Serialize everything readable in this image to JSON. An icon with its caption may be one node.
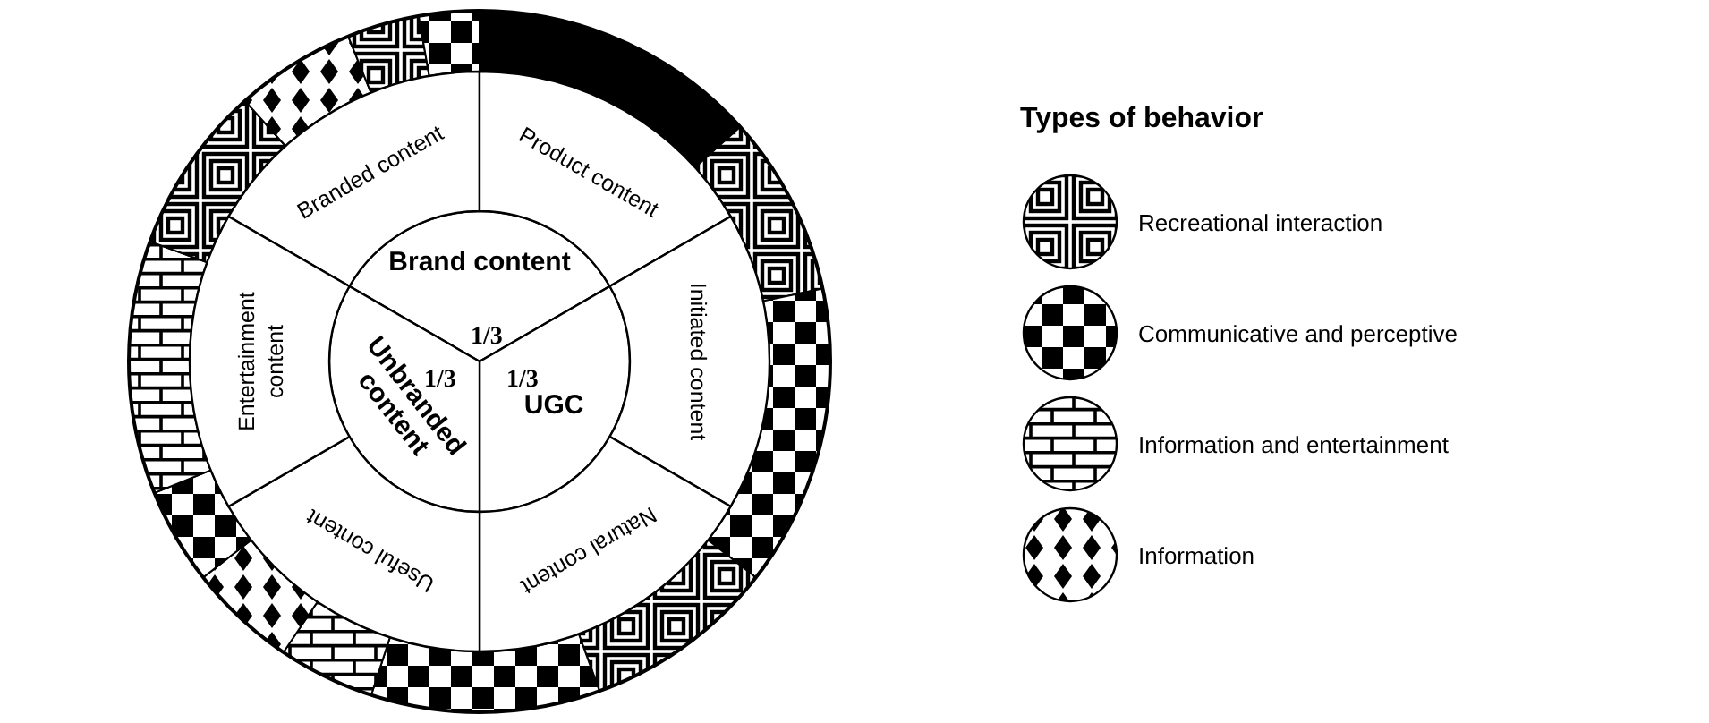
{
  "diagram": {
    "title": "Types of behavior",
    "nodes": [
      {
        "text": [
          "Brand content"
        ]
      },
      {
        "text": [
          "UGC"
        ]
      },
      {
        "text": [
          "Unbranded content"
        ]
      },
      {
        "text": [
          "Branded content"
        ]
      },
      {
        "text": [
          "Product content"
        ]
      },
      {
        "text": [
          "Initiated content"
        ]
      },
      {
        "text": [
          "Natural content"
        ]
      },
      {
        "text": [
          "Useful content"
        ]
      },
      {
        "text": [
          "Entertainment content"
        ]
      }
    ],
    "labels": [
      "1/3",
      "1/3",
      "1/3"
    ],
    "legend": [
      {
        "text": "Recreational interaction"
      },
      {
        "text": "Communicative and perceptive"
      },
      {
        "text": "Information and entertainment"
      },
      {
        "text": "Information"
      }
    ]
  }
}
